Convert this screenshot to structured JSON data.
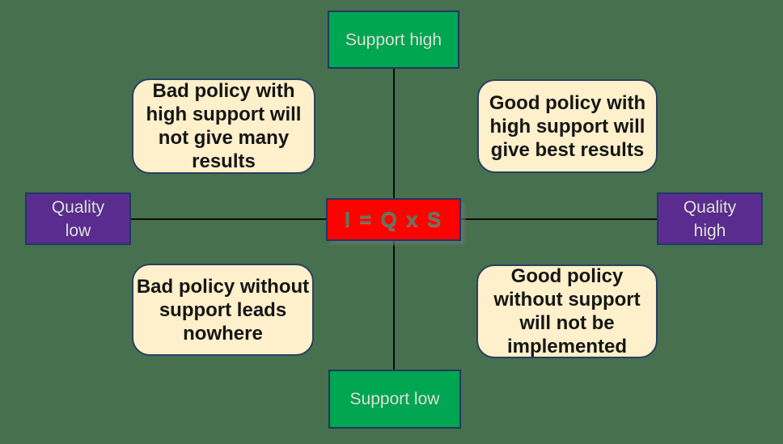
{
  "diagram": {
    "title_hidden": "",
    "background_color": "#47704E",
    "colors": {
      "support_box_green": "#00A651",
      "quality_box_purple": "#5B2C8F",
      "formula_box_red": "#FB0400",
      "quadrant_box_cream": "#FDF0CA",
      "box_border_navy": "#1F3864",
      "axis_line_black": "#0B0B0B",
      "formula_text_green": "#567A62"
    },
    "axes": {
      "vertical_axis_name": "Support",
      "horizontal_axis_name": "Quality",
      "top_label": "Support high",
      "bottom_label": "Support low",
      "left_label": "Quality\nlow",
      "right_label": "Quality\nhigh"
    },
    "center": {
      "formula": "I = Q x S"
    },
    "quadrants": {
      "top_left": "Bad policy with\nhigh support will\nnot give many\nresults",
      "top_right": "Good policy with\nhigh support will\ngive best results",
      "bottom_left": "Bad policy without\nsupport leads\nnowhere",
      "bottom_right": "Good policy\nwithout support\nwill not be\nimplemented"
    }
  }
}
